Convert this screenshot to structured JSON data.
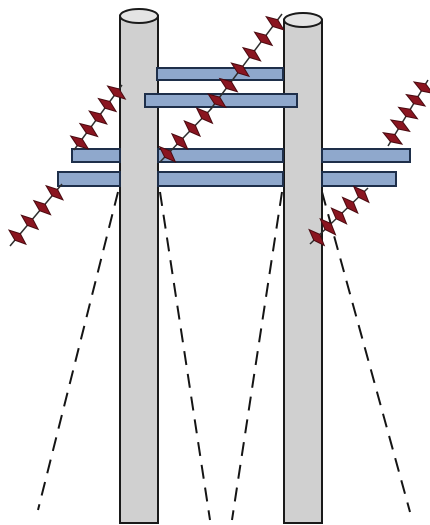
{
  "figure": {
    "subject": "h-frame-utility-pole",
    "elements": {
      "poles": [
        "left-pole",
        "right-pole"
      ],
      "crossarms": [
        "crossarm-top",
        "crossarm-upper",
        "crossarm-lower",
        "crossarm-bottom"
      ],
      "insulator_strings": [
        "insulator-far-left",
        "insulator-left-arm",
        "insulator-center",
        "insulator-top",
        "insulator-right",
        "insulator-far-right"
      ],
      "guy_lines": [
        "guy-line-left-outer",
        "guy-line-left-inner",
        "guy-line-right-inner",
        "guy-line-right-outer"
      ]
    },
    "colors": {
      "pole_fill": "#d0d0d0",
      "pole_top": "#e4e4e4",
      "outline": "#1a1a1a",
      "crossarm_fill": "#8fa8cc",
      "crossarm_edge": "#1e2f4a",
      "insulator": "#8a1520",
      "insulator_line": "#2e2e2e",
      "guy_line": "#141414",
      "background": "#ffffff"
    }
  }
}
